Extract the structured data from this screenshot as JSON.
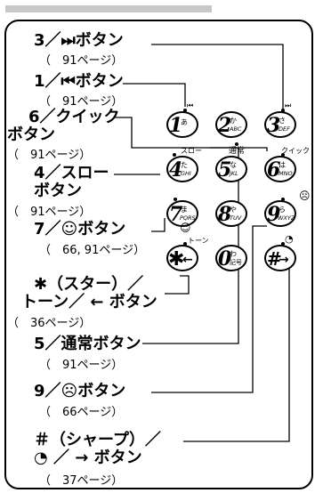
{
  "header": {
    "title": ""
  },
  "items": [
    {
      "label": "3／⏭ボタン",
      "page": "（　91ページ）"
    },
    {
      "label": "1／⏮ボタン",
      "page": "（　91ページ）"
    },
    {
      "label": "6／クイック",
      "label2": "ボタン",
      "page": "（　91ページ）"
    },
    {
      "label": "4／スロー",
      "label2": "ボタン",
      "page": "（　91ページ）"
    },
    {
      "label": "7／☺ボタン",
      "page": "（　66, 91ページ）"
    },
    {
      "label": "✱（スター）／",
      "label2": "トーン／ ← ボタン",
      "page": "（　36ページ）"
    },
    {
      "label": "5／通常ボタン",
      "page": "（　91ページ）"
    },
    {
      "label": "9／☹ボタン",
      "page": "（　66ページ）"
    },
    {
      "label": "＃（シャープ）／",
      "label2": "◔ ／ → ボタン",
      "page": "（　37ページ）"
    }
  ],
  "keypad": {
    "keys": [
      {
        "digit": "1",
        "kana": "あ",
        "letters": ""
      },
      {
        "digit": "2",
        "kana": "か",
        "letters": "ABC"
      },
      {
        "digit": "3",
        "kana": "さ",
        "letters": "DEF"
      },
      {
        "digit": "4",
        "kana": "た",
        "letters": "GHI"
      },
      {
        "digit": "5",
        "kana": "な",
        "letters": "JKL"
      },
      {
        "digit": "6",
        "kana": "は",
        "letters": "MNO"
      },
      {
        "digit": "7",
        "kana": "ま",
        "letters": "PQRS"
      },
      {
        "digit": "8",
        "kana": "や",
        "letters": "TUV"
      },
      {
        "digit": "9",
        "kana": "ら",
        "letters": "WXYZ"
      },
      {
        "digit": "✱",
        "kana": "",
        "letters": ""
      },
      {
        "digit": "0",
        "kana": "わ",
        "letters": "記号"
      },
      {
        "digit": "#",
        "kana": "",
        "letters": ""
      }
    ],
    "above_labels": {
      "prev": "⏮",
      "next": "⏭",
      "slow": "スロー",
      "normal": "通常",
      "quick": "クイック",
      "smile": "☺",
      "sad": "☹",
      "tone": "トーン",
      "clock": "◔"
    }
  }
}
